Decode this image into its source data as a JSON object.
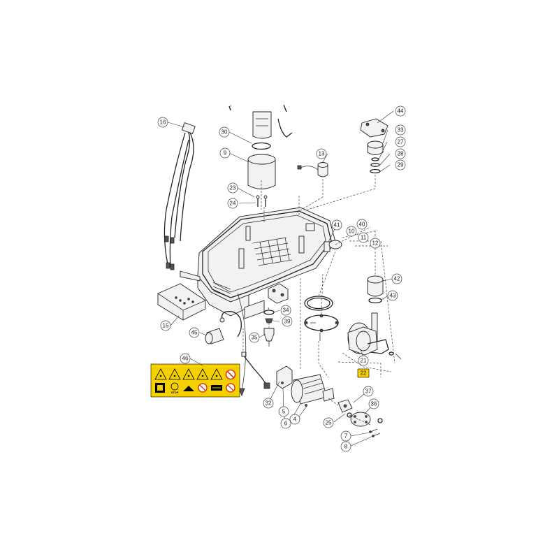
{
  "diagram": {
    "labels": [
      {
        "id": "16",
        "text": "16"
      },
      {
        "id": "30",
        "text": "30"
      },
      {
        "id": "9",
        "text": "9"
      },
      {
        "id": "23",
        "text": "23"
      },
      {
        "id": "24",
        "text": "24"
      },
      {
        "id": "13",
        "text": "13"
      },
      {
        "id": "44",
        "text": "44"
      },
      {
        "id": "33",
        "text": "33"
      },
      {
        "id": "27",
        "text": "27"
      },
      {
        "id": "28",
        "text": "28"
      },
      {
        "id": "29",
        "text": "29"
      },
      {
        "id": "41",
        "text": "41"
      },
      {
        "id": "40",
        "text": "40"
      },
      {
        "id": "10",
        "text": "10"
      },
      {
        "id": "11",
        "text": "11"
      },
      {
        "id": "12",
        "text": "12"
      },
      {
        "id": "42",
        "text": "42"
      },
      {
        "id": "43",
        "text": "43"
      },
      {
        "id": "34",
        "text": "34"
      },
      {
        "id": "39",
        "text": "39"
      },
      {
        "id": "35",
        "text": "35"
      },
      {
        "id": "15",
        "text": "15"
      },
      {
        "id": "45",
        "text": "45"
      },
      {
        "id": "46",
        "text": "46"
      },
      {
        "id": "21",
        "text": "21"
      },
      {
        "id": "22",
        "text": "22"
      },
      {
        "id": "37",
        "text": "37"
      },
      {
        "id": "36",
        "text": "36"
      },
      {
        "id": "32",
        "text": "32"
      },
      {
        "id": "5",
        "text": "5"
      },
      {
        "id": "6",
        "text": "6"
      },
      {
        "id": "4",
        "text": "4"
      },
      {
        "id": "25",
        "text": "25"
      },
      {
        "id": "7",
        "text": "7"
      },
      {
        "id": "8",
        "text": "8"
      }
    ],
    "highlighted_label": "22",
    "highlight_color": "#f5d000",
    "warning_label_colors": {
      "background": "#f5d000",
      "forbidden": "#d93a1a"
    },
    "stop_text": "STOP"
  }
}
